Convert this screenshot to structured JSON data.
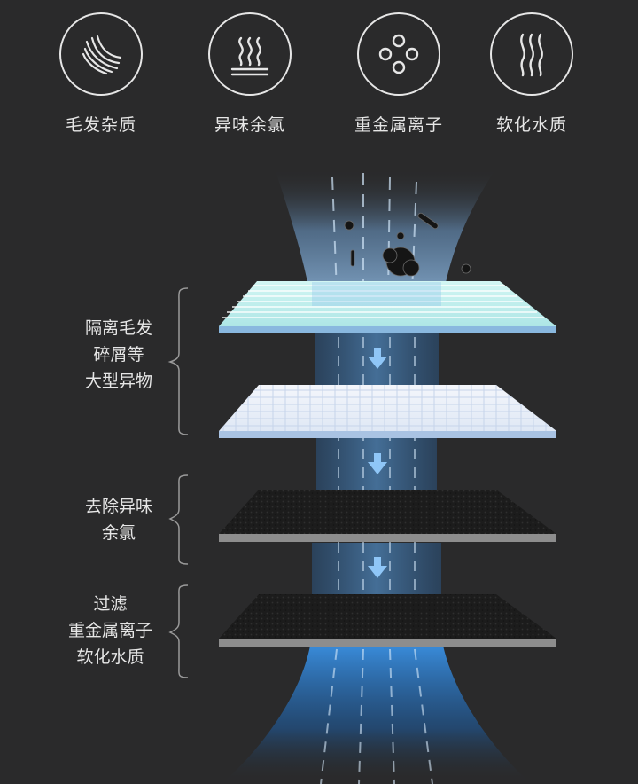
{
  "features": [
    {
      "label": "毛发杂质",
      "icon": "feather-icon"
    },
    {
      "label": "异味余氯",
      "icon": "steam-icon"
    },
    {
      "label": "重金属离子",
      "icon": "ions-icon"
    },
    {
      "label": "软化水质",
      "icon": "waves-icon"
    }
  ],
  "layers": [
    {
      "lines": [
        "隔离毛发",
        "碎屑等",
        "大型异物"
      ]
    },
    {
      "lines": [
        "去除异味",
        "余氯"
      ]
    },
    {
      "lines": [
        "过滤",
        "重金属离子",
        "软化水质"
      ]
    }
  ],
  "colors": {
    "background": "#2a2a2b",
    "filter_cyan": "#bff0ee",
    "filter_white": "#eef3fb",
    "carbon": "#1b1b1b",
    "water_blue": "#3a8fe0"
  }
}
